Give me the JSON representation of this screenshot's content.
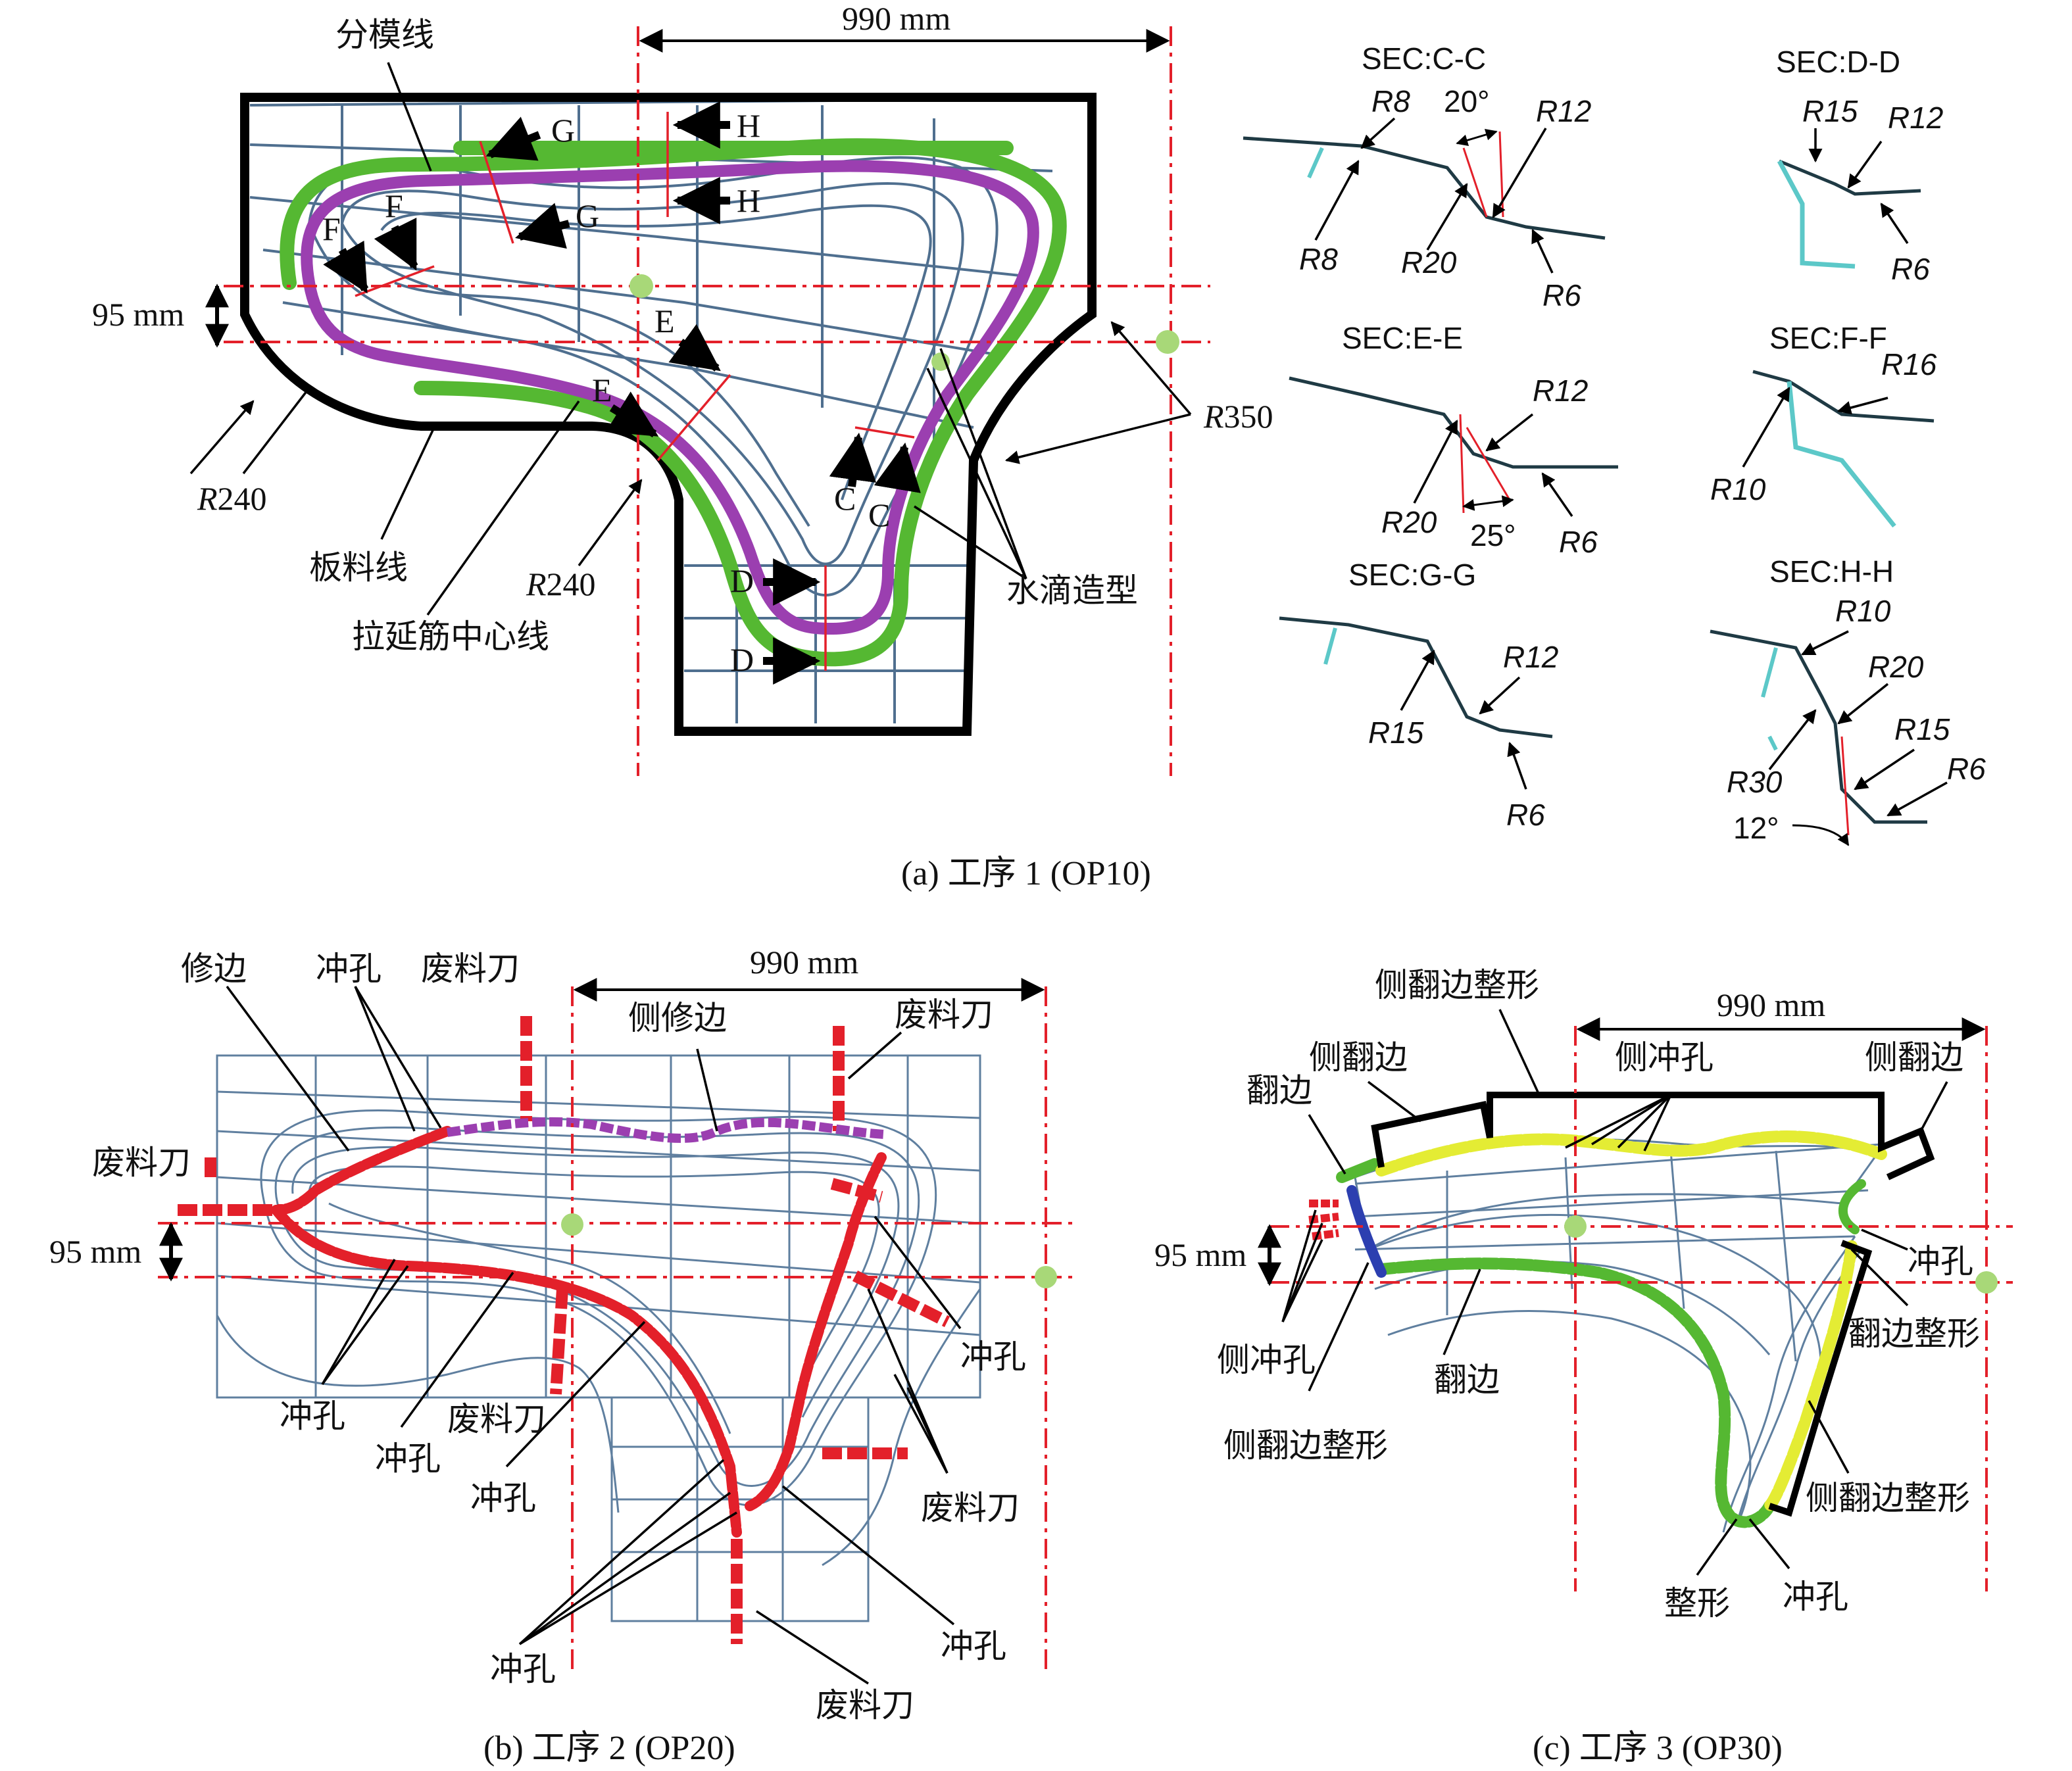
{
  "panel_a": {
    "caption": "(a) 工序 1 (OP10)",
    "dim_width": "990 mm",
    "dim_height": "95 mm",
    "labels": {
      "parting_line": "分模线",
      "blank_line": "板料线",
      "bead_center": "拉延筋中心线",
      "water_drop": "水滴造型",
      "r240_left": "R240",
      "r240_mid": "R240",
      "r350": "R350"
    },
    "section_marks": [
      "G",
      "G",
      "H",
      "H",
      "F",
      "F",
      "E",
      "E",
      "C",
      "C",
      "D",
      "D"
    ],
    "sections": {
      "cc": {
        "title": "SEC:C-C",
        "r1": "R8",
        "angle": "20°",
        "r2": "R12",
        "r3": "R8",
        "r4": "R20",
        "r5": "R6"
      },
      "dd": {
        "title": "SEC:D-D",
        "r1": "R15",
        "r2": "R12",
        "r3": "R6"
      },
      "ee": {
        "title": "SEC:E-E",
        "r1": "R12",
        "r2": "R20",
        "r3": "25°",
        "r4": "R6"
      },
      "ff": {
        "title": "SEC:F-F",
        "r1": "R16",
        "r2": "R10"
      },
      "gg": {
        "title": "SEC:G-G",
        "r1": "R12",
        "r2": "R15",
        "r3": "R6"
      },
      "hh": {
        "title": "SEC:H-H",
        "r1": "R10",
        "r2": "R20",
        "r3": "R15",
        "r4": "R30",
        "r5": "R6",
        "r6": "12°"
      }
    }
  },
  "panel_b": {
    "caption": "(b) 工序 2 (OP20)",
    "dim_width": "990 mm",
    "dim_height": "95 mm",
    "labels": {
      "trim": "修边",
      "pierce_top": "冲孔",
      "scrap_top": "废料刀",
      "side_trim": "侧修边",
      "scrap_top_right": "废料刀",
      "scrap_left": "废料刀",
      "pierce_left": "冲孔",
      "pierce_mid1": "冲孔",
      "scrap_mid": "废料刀",
      "pierce_mid2": "冲孔",
      "pierce_right": "冲孔",
      "scrap_right": "废料刀",
      "pierce_bot_right": "冲孔",
      "pierce_bot": "冲孔",
      "scrap_bot": "废料刀"
    }
  },
  "panel_c": {
    "caption": "(c) 工序 3 (OP30)",
    "dim_width": "990 mm",
    "dim_height": "95 mm",
    "labels": {
      "side_flange_restrike_top": "侧翻边整形",
      "side_flange_left": "侧翻边",
      "flange_left": "翻边",
      "side_pierce_top": "侧冲孔",
      "side_flange_right": "侧翻边",
      "pierce_right": "冲孔",
      "flange_restrike_right": "翻边整形",
      "side_pierce_left": "侧冲孔",
      "flange_bottom": "翻边",
      "side_flange_restrike_left": "侧翻边整形",
      "side_flange_restrike_right": "侧翻边整形",
      "restrike": "整形",
      "pierce_bottom": "冲孔"
    }
  },
  "colors": {
    "green": "#55b832",
    "purple": "#9b3fb0",
    "red": "#e3202a",
    "yellow": "#e4ec34",
    "blue": "#2c3fb0",
    "mesh": "#4f6f8f",
    "section_cyan": "#5cc8c8"
  }
}
